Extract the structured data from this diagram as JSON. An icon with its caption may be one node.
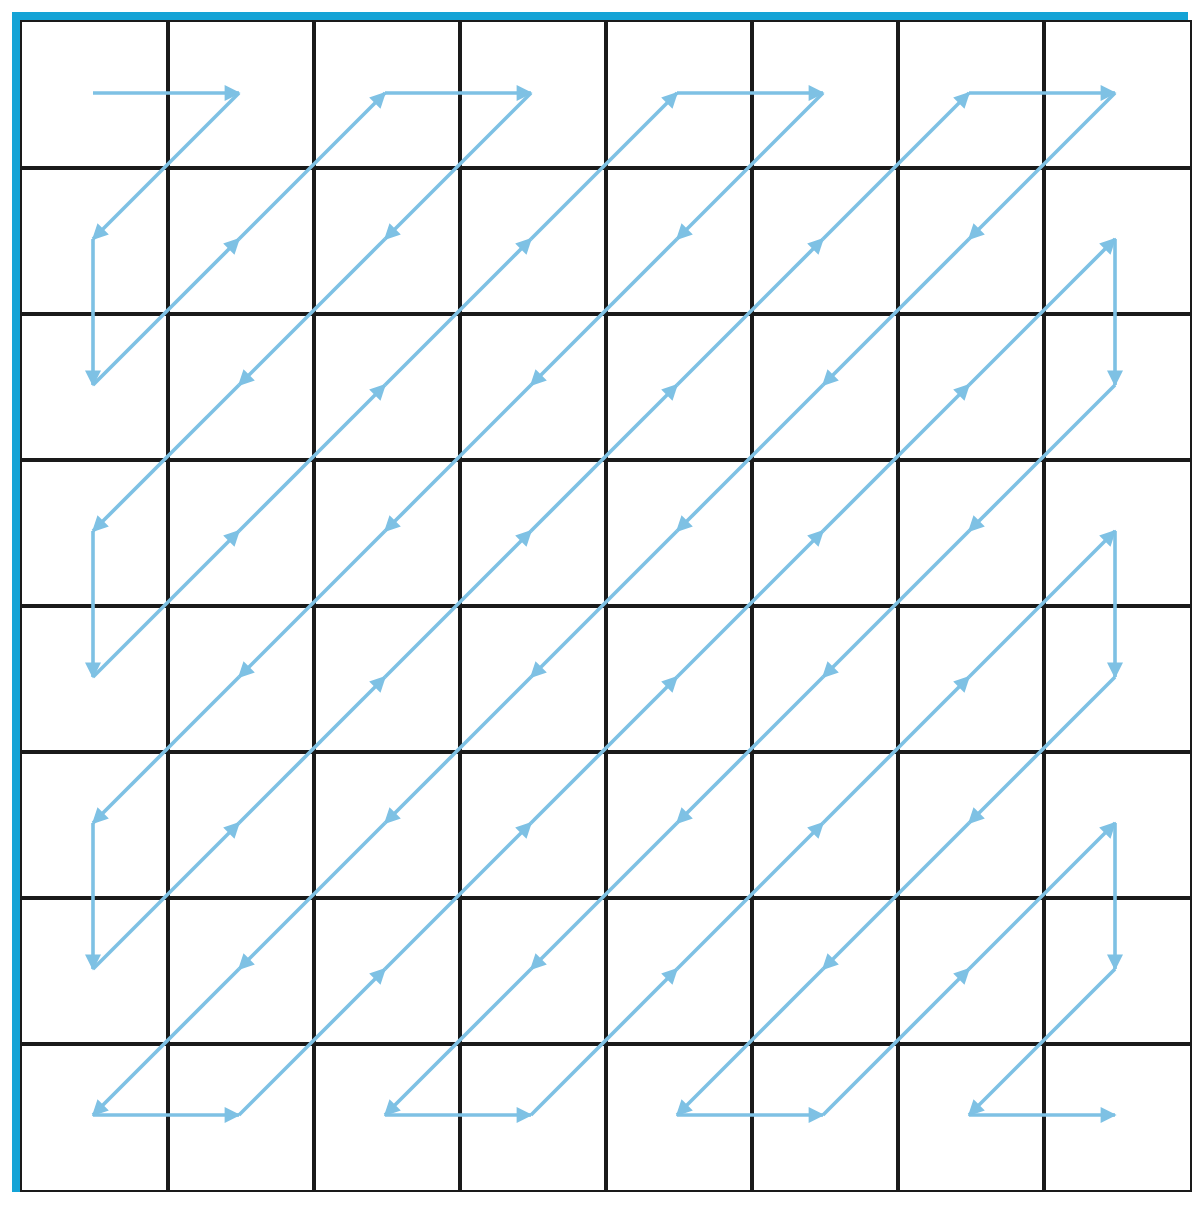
{
  "diagram": {
    "nodes": [
      {
        "text": [],
        "shape": "box"
      },
      {
        "text": [],
        "shape": "box"
      },
      {
        "text": [],
        "shape": "box"
      },
      {
        "text": [],
        "shape": "box"
      },
      {
        "text": [],
        "shape": "box"
      },
      {
        "text": [],
        "shape": "box"
      },
      {
        "text": [],
        "shape": "box"
      },
      {
        "text": [],
        "shape": "box"
      },
      {
        "text": [],
        "shape": "box"
      },
      {
        "text": [],
        "shape": "box"
      },
      {
        "text": [],
        "shape": "box"
      },
      {
        "text": [],
        "shape": "box"
      },
      {
        "text": [],
        "shape": "box"
      },
      {
        "text": [],
        "shape": "box"
      },
      {
        "text": [],
        "shape": "box"
      },
      {
        "text": [],
        "shape": "box"
      },
      {
        "text": [],
        "shape": "box"
      },
      {
        "text": [],
        "shape": "box"
      },
      {
        "text": [],
        "shape": "box"
      },
      {
        "text": [],
        "shape": "box"
      },
      {
        "text": [],
        "shape": "box"
      },
      {
        "text": [],
        "shape": "box"
      },
      {
        "text": [],
        "shape": "box"
      },
      {
        "text": [],
        "shape": "box"
      },
      {
        "text": [],
        "shape": "box"
      },
      {
        "text": [],
        "shape": "box"
      },
      {
        "text": [],
        "shape": "box"
      },
      {
        "text": [],
        "shape": "box"
      },
      {
        "text": [],
        "shape": "box"
      },
      {
        "text": [],
        "shape": "box"
      },
      {
        "text": [],
        "shape": "box"
      },
      {
        "text": [],
        "shape": "box"
      },
      {
        "text": [],
        "shape": "box"
      },
      {
        "text": [],
        "shape": "box"
      },
      {
        "text": [],
        "shape": "box"
      },
      {
        "text": [],
        "shape": "box"
      },
      {
        "text": [],
        "shape": "box"
      },
      {
        "text": [],
        "shape": "box"
      },
      {
        "text": [],
        "shape": "box"
      },
      {
        "text": [],
        "shape": "box"
      },
      {
        "text": [],
        "shape": "box"
      },
      {
        "text": [],
        "shape": "box"
      },
      {
        "text": [],
        "shape": "box"
      },
      {
        "text": [],
        "shape": "box"
      },
      {
        "text": [],
        "shape": "box"
      },
      {
        "text": [],
        "shape": "box"
      },
      {
        "text": [],
        "shape": "box"
      },
      {
        "text": [],
        "shape": "box"
      },
      {
        "text": [],
        "shape": "box"
      },
      {
        "text": [],
        "shape": "box"
      },
      {
        "text": [],
        "shape": "box"
      },
      {
        "text": [],
        "shape": "box"
      },
      {
        "text": [],
        "shape": "box"
      },
      {
        "text": [],
        "shape": "box"
      },
      {
        "text": [],
        "shape": "box"
      },
      {
        "text": [],
        "shape": "box"
      },
      {
        "text": [],
        "shape": "box"
      },
      {
        "text": [],
        "shape": "box"
      },
      {
        "text": [],
        "shape": "box"
      },
      {
        "text": [],
        "shape": "box"
      },
      {
        "text": [],
        "shape": "box"
      },
      {
        "text": [],
        "shape": "box"
      },
      {
        "text": [],
        "shape": "box"
      },
      {
        "text": [],
        "shape": "box"
      }
    ],
    "edges": [
      {
        "from": 0,
        "to": 1,
        "arrow": "to"
      },
      {
        "from": 1,
        "to": 8,
        "arrow": "to"
      },
      {
        "from": 8,
        "to": 16,
        "arrow": "to"
      },
      {
        "from": 16,
        "to": 9,
        "arrow": "to"
      },
      {
        "from": 9,
        "to": 2,
        "arrow": "to"
      },
      {
        "from": 2,
        "to": 3,
        "arrow": "to"
      },
      {
        "from": 3,
        "to": 10,
        "arrow": "to"
      },
      {
        "from": 10,
        "to": 17,
        "arrow": "to"
      },
      {
        "from": 17,
        "to": 24,
        "arrow": "to"
      },
      {
        "from": 24,
        "to": 32,
        "arrow": "to"
      },
      {
        "from": 32,
        "to": 25,
        "arrow": "to"
      },
      {
        "from": 25,
        "to": 18,
        "arrow": "to"
      },
      {
        "from": 18,
        "to": 11,
        "arrow": "to"
      },
      {
        "from": 11,
        "to": 4,
        "arrow": "to"
      },
      {
        "from": 4,
        "to": 5,
        "arrow": "to"
      },
      {
        "from": 5,
        "to": 12,
        "arrow": "to"
      },
      {
        "from": 12,
        "to": 19,
        "arrow": "to"
      },
      {
        "from": 19,
        "to": 26,
        "arrow": "to"
      },
      {
        "from": 26,
        "to": 33,
        "arrow": "to"
      },
      {
        "from": 33,
        "to": 40,
        "arrow": "to"
      },
      {
        "from": 40,
        "to": 48,
        "arrow": "to"
      },
      {
        "from": 48,
        "to": 41,
        "arrow": "to"
      },
      {
        "from": 41,
        "to": 34,
        "arrow": "to"
      },
      {
        "from": 34,
        "to": 27,
        "arrow": "to"
      },
      {
        "from": 27,
        "to": 20,
        "arrow": "to"
      },
      {
        "from": 20,
        "to": 13,
        "arrow": "to"
      },
      {
        "from": 13,
        "to": 6,
        "arrow": "to"
      },
      {
        "from": 6,
        "to": 7,
        "arrow": "to"
      },
      {
        "from": 7,
        "to": 14,
        "arrow": "to"
      },
      {
        "from": 14,
        "to": 21,
        "arrow": "to"
      },
      {
        "from": 21,
        "to": 28,
        "arrow": "to"
      },
      {
        "from": 28,
        "to": 35,
        "arrow": "to"
      },
      {
        "from": 35,
        "to": 42,
        "arrow": "to"
      },
      {
        "from": 42,
        "to": 49,
        "arrow": "to"
      },
      {
        "from": 49,
        "to": 56,
        "arrow": "to"
      },
      {
        "from": 56,
        "to": 57,
        "arrow": "to"
      },
      {
        "from": 57,
        "to": 50,
        "arrow": "to"
      },
      {
        "from": 50,
        "to": 43,
        "arrow": "to"
      },
      {
        "from": 43,
        "to": 36,
        "arrow": "to"
      },
      {
        "from": 36,
        "to": 29,
        "arrow": "to"
      },
      {
        "from": 29,
        "to": 22,
        "arrow": "to"
      },
      {
        "from": 22,
        "to": 15,
        "arrow": "to"
      },
      {
        "from": 15,
        "to": 23,
        "arrow": "to"
      },
      {
        "from": 23,
        "to": 30,
        "arrow": "to"
      },
      {
        "from": 30,
        "to": 37,
        "arrow": "to"
      },
      {
        "from": 37,
        "to": 44,
        "arrow": "to"
      },
      {
        "from": 44,
        "to": 51,
        "arrow": "to"
      },
      {
        "from": 51,
        "to": 58,
        "arrow": "to"
      },
      {
        "from": 58,
        "to": 59,
        "arrow": "to"
      },
      {
        "from": 59,
        "to": 52,
        "arrow": "to"
      },
      {
        "from": 52,
        "to": 45,
        "arrow": "to"
      },
      {
        "from": 45,
        "to": 38,
        "arrow": "to"
      },
      {
        "from": 38,
        "to": 31,
        "arrow": "to"
      },
      {
        "from": 31,
        "to": 39,
        "arrow": "to"
      },
      {
        "from": 39,
        "to": 46,
        "arrow": "to"
      },
      {
        "from": 46,
        "to": 53,
        "arrow": "to"
      },
      {
        "from": 53,
        "to": 60,
        "arrow": "to"
      },
      {
        "from": 60,
        "to": 61,
        "arrow": "to"
      },
      {
        "from": 61,
        "to": 54,
        "arrow": "to"
      },
      {
        "from": 54,
        "to": 47,
        "arrow": "to"
      },
      {
        "from": 47,
        "to": 55,
        "arrow": "to"
      },
      {
        "from": 55,
        "to": 62,
        "arrow": "to"
      },
      {
        "from": 62,
        "to": 63,
        "arrow": "to"
      }
    ]
  }
}
